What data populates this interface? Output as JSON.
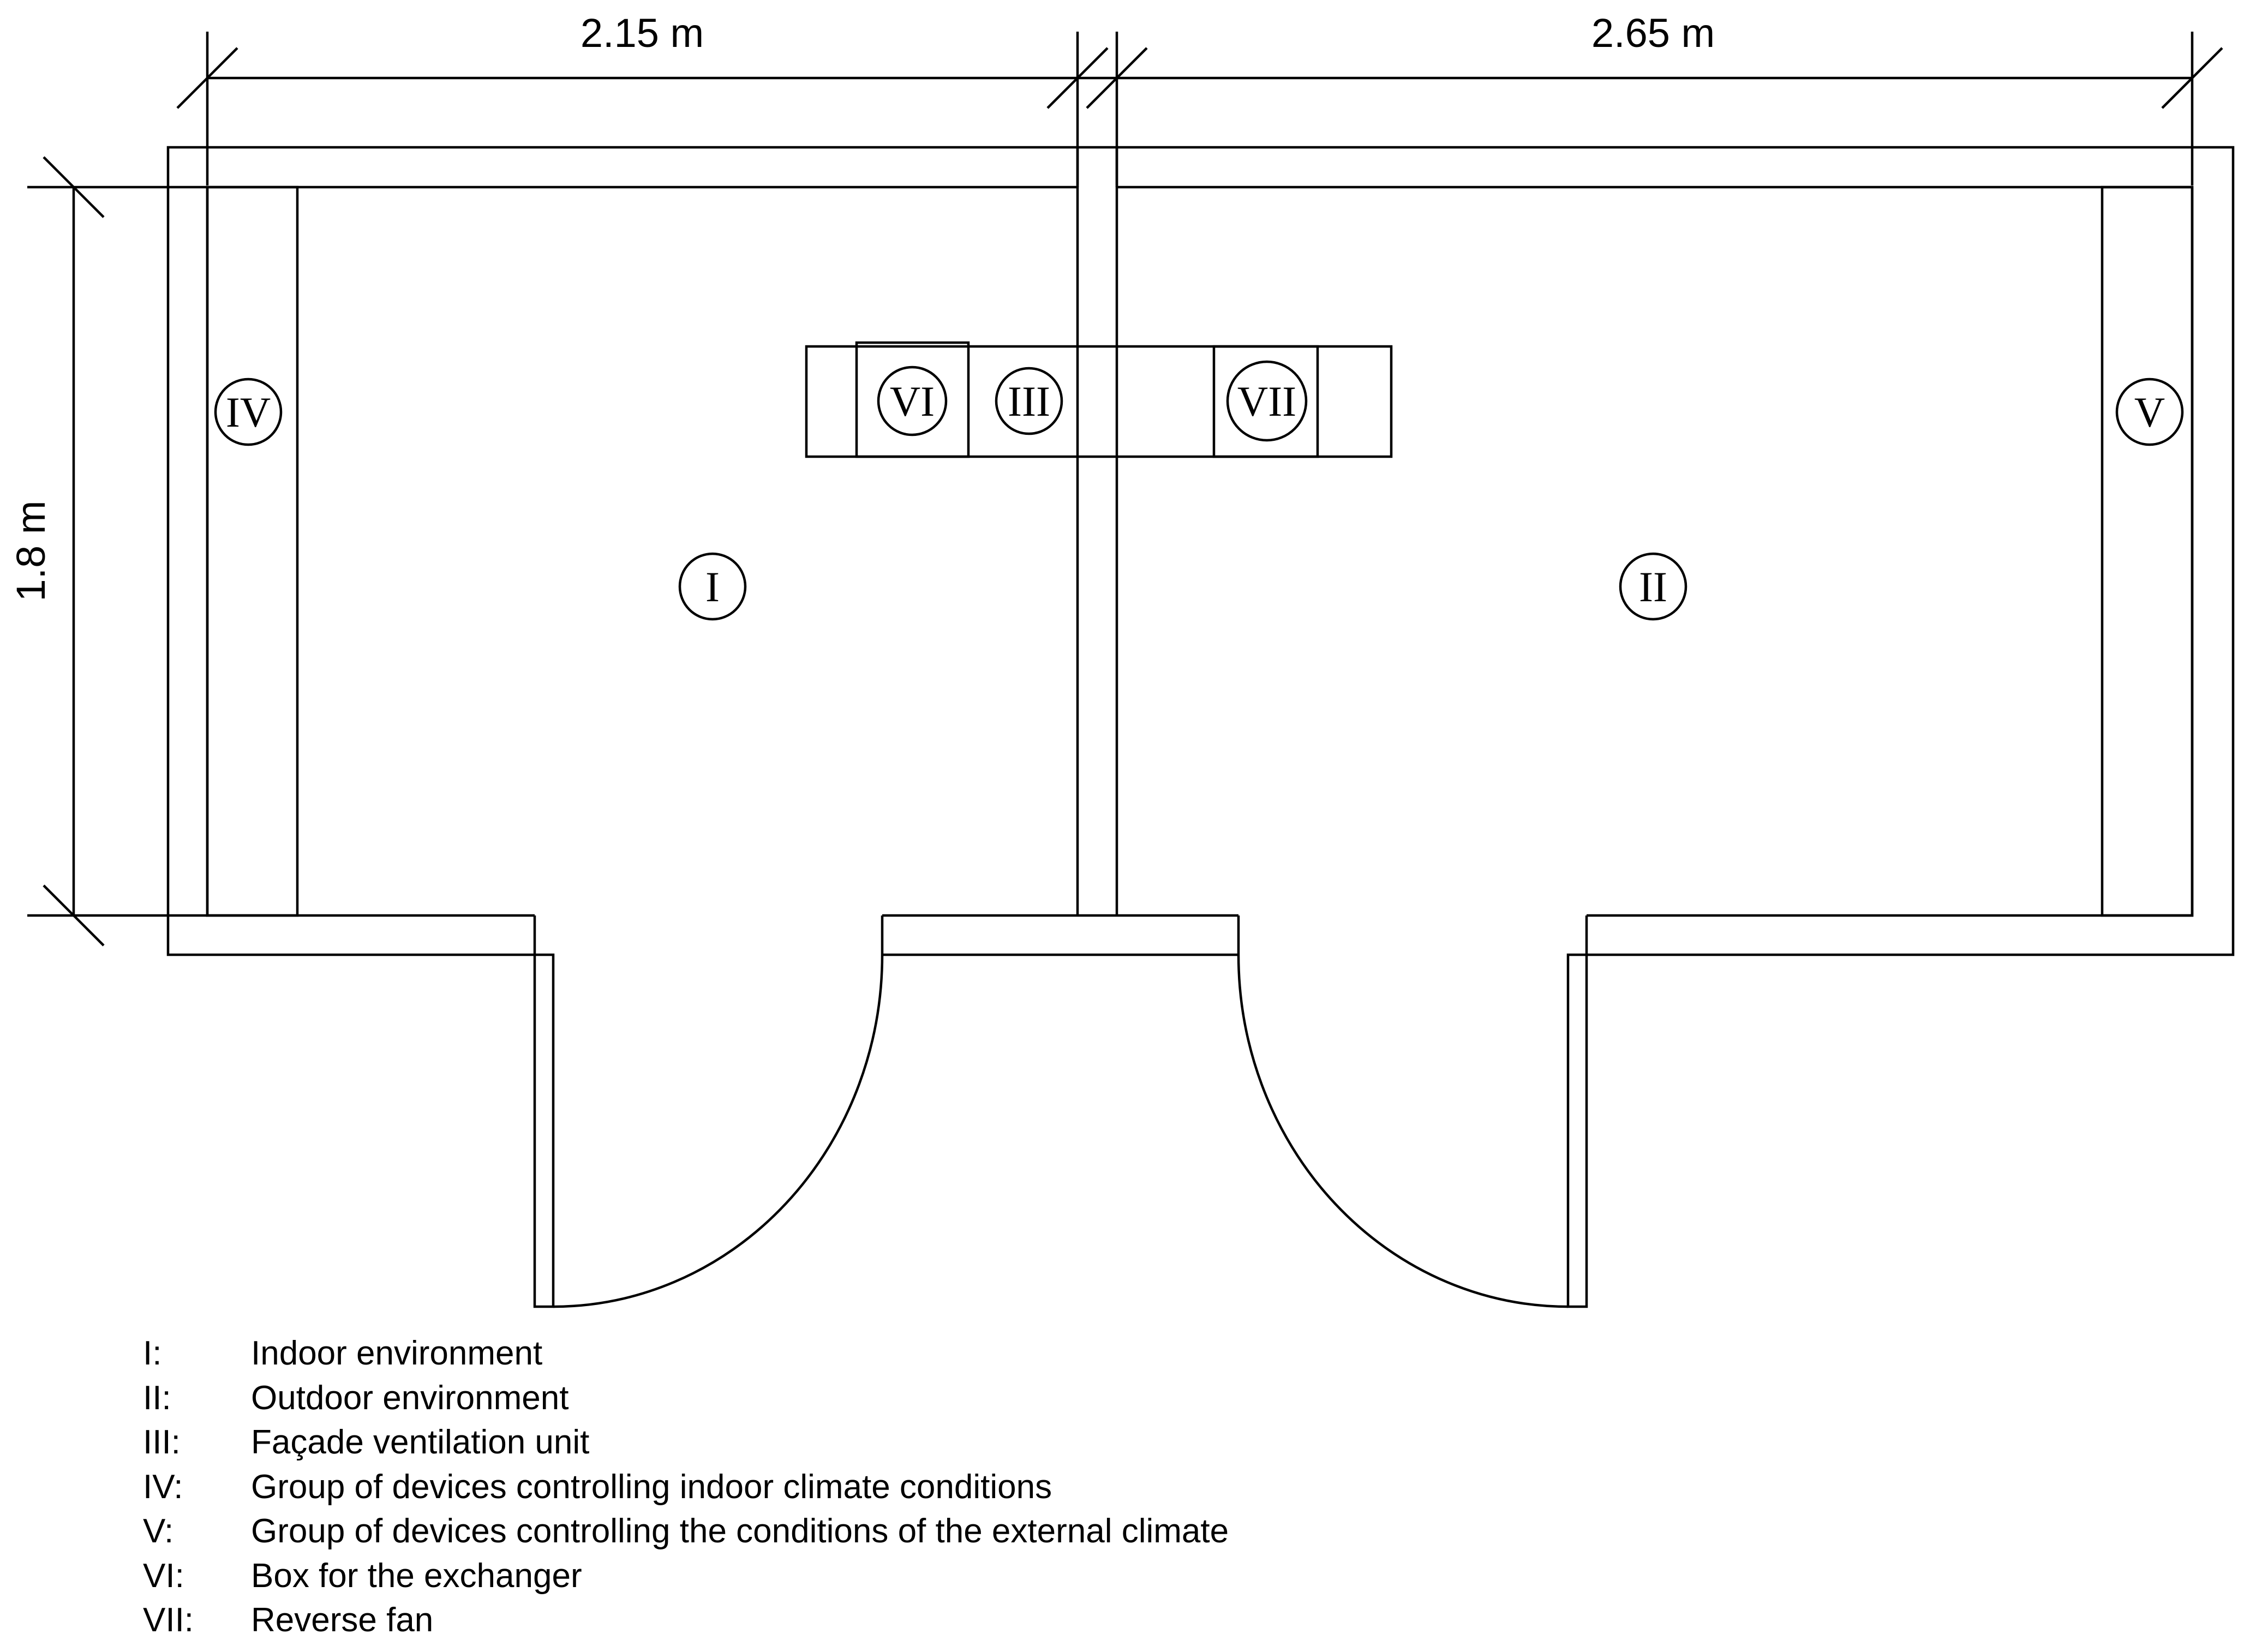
{
  "dimensions": {
    "indoor_width": "2.15 m",
    "outdoor_width": "2.65 m",
    "height": "1.8 m"
  },
  "zone_markers": {
    "indoor": "I",
    "outdoor": "II",
    "facade_unit": "III",
    "indoor_devices": "IV",
    "outdoor_devices": "V",
    "exchanger_box": "VI",
    "reverse_fan": "VII"
  },
  "legend": [
    {
      "key": "I:",
      "description": "Indoor environment"
    },
    {
      "key": "II:",
      "description": "Outdoor environment"
    },
    {
      "key": "III:",
      "description": "Façade ventilation unit"
    },
    {
      "key": "IV:",
      "description": "Group of devices controlling indoor climate conditions"
    },
    {
      "key": "V:",
      "description": "Group of devices controlling the conditions of the external climate"
    },
    {
      "key": "VI:",
      "description": "Box for the exchanger"
    },
    {
      "key": "VII:",
      "description": "Reverse fan"
    }
  ]
}
